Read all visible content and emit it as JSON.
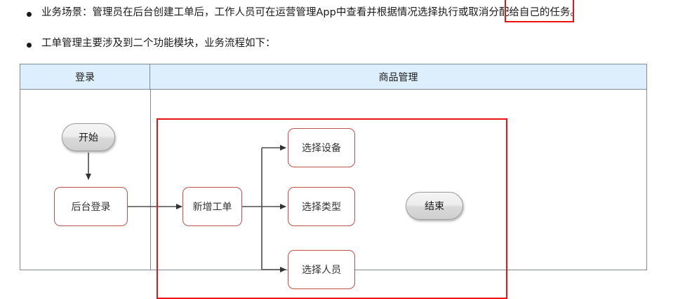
{
  "bullets": [
    {
      "id": "business-scenario",
      "text": "业务场景：管理员在后台创建工单后，工作人员可在运营管理App中查看并根据情况选择执行或取消分配给自己的任务。"
    },
    {
      "id": "module-overview",
      "text": "工单管理主要涉及到二个功能模块，业务流程如下："
    }
  ],
  "annotations": {
    "inline_highlight": {
      "name": "red-highlight-box",
      "color": "#ee1111",
      "target_phrase": "择执行或取消分"
    },
    "block_highlight": {
      "name": "red-region-box",
      "color": "#ee1111",
      "target_region": "商品管理"
    }
  },
  "table": {
    "headers": [
      {
        "label": "登录"
      },
      {
        "label": "商品管理"
      }
    ],
    "header_background": "#ddeefc",
    "border_color": "#808a92"
  },
  "flowchart": {
    "type": "flowchart",
    "node_border_color": "#c0504d",
    "terminator_border_color": "#9a9a9a",
    "connector_color": "#4d4d4d",
    "nodes": [
      {
        "id": "start",
        "label": "开始",
        "shape": "terminator",
        "column": "登录"
      },
      {
        "id": "admin-login",
        "label": "后台登录",
        "shape": "process",
        "column": "登录"
      },
      {
        "id": "new-order",
        "label": "新增工单",
        "shape": "process",
        "column": "商品管理"
      },
      {
        "id": "pick-device",
        "label": "选择设备",
        "shape": "process",
        "column": "商品管理"
      },
      {
        "id": "pick-type",
        "label": "选择类型",
        "shape": "process",
        "column": "商品管理"
      },
      {
        "id": "pick-person",
        "label": "选择人员",
        "shape": "process",
        "column": "商品管理"
      },
      {
        "id": "end",
        "label": "结束",
        "shape": "terminator",
        "column": "商品管理"
      }
    ],
    "edges": [
      {
        "from": "start",
        "to": "admin-login"
      },
      {
        "from": "admin-login",
        "to": "new-order"
      },
      {
        "from": "new-order",
        "to": "pick-device"
      },
      {
        "from": "new-order",
        "to": "pick-type"
      },
      {
        "from": "new-order",
        "to": "pick-person"
      }
    ]
  }
}
